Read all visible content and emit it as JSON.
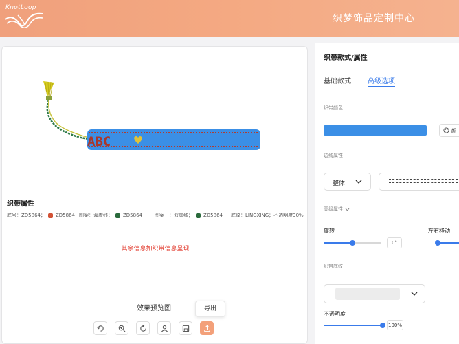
{
  "header": {
    "logo_text": "KnotLoop",
    "title": "织梦饰品定制中心"
  },
  "preview": {
    "band_text": "ABC",
    "attr_title": "织带属性",
    "attrs": [
      {
        "text": "底号：ZD5864；",
        "color": "#d25235",
        "code": "ZD5864"
      },
      {
        "text": "图案：双虚线；",
        "color": "#2a6a3c",
        "code": "ZD5864"
      },
      {
        "text": "图案一：双虚线；",
        "color": "#2a6a3c",
        "code": "ZD5864"
      },
      {
        "text": "底纹：LINGXING；不透明度30%"
      }
    ],
    "notice": "其余信息如织带信息呈现",
    "label": "效果预览图",
    "tooltip": "导出"
  },
  "toolbar": {
    "tools": [
      {
        "icon": "rotate-icon"
      },
      {
        "icon": "zoom-in-icon"
      },
      {
        "icon": "reset-icon"
      },
      {
        "icon": "person-icon"
      },
      {
        "icon": "save-icon"
      },
      {
        "icon": "export-icon"
      }
    ]
  },
  "panel": {
    "title": "织带款式/属性",
    "tabs": [
      "基础款式",
      "高级选项"
    ],
    "active_tab": 1,
    "color_label": "织带颜色",
    "band_color": "#3b8fe6",
    "color_button": "颜",
    "edge_label": "边线属性",
    "edge_select": "整体",
    "advanced_label": "高级属性",
    "rotate_label": "旋转",
    "rotate_value": "0°",
    "rotate_percent": 0.5,
    "move_label": "左右移动",
    "pattern_label": "织带底纹",
    "opacity_label": "不透明度",
    "opacity_value": "100%",
    "opacity_percent": 1.0,
    "accent": "#3a7bea"
  }
}
